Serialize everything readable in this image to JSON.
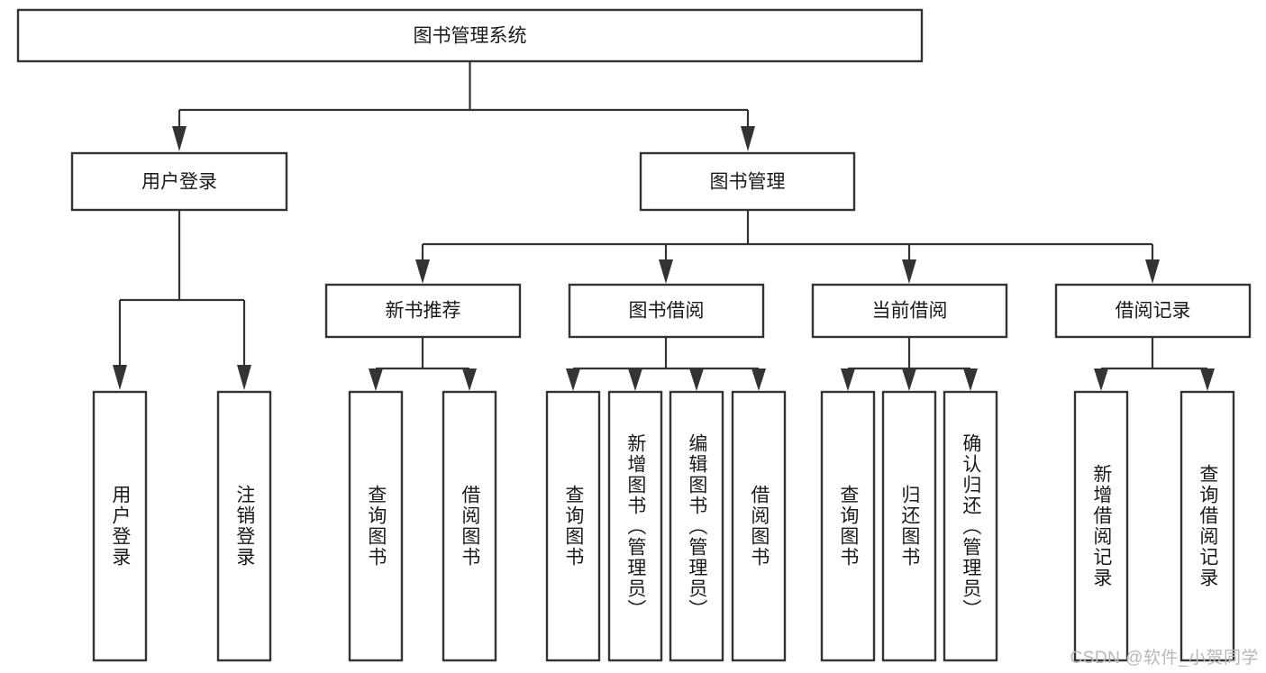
{
  "diagram": {
    "title": "图书管理系统",
    "type": "hierarchy-tree",
    "root": {
      "id": "root",
      "label": "图书管理系统",
      "orientation": "horizontal"
    },
    "level2": [
      {
        "id": "user-login",
        "label": "用户登录",
        "orientation": "horizontal"
      },
      {
        "id": "book-manage",
        "label": "图书管理",
        "orientation": "horizontal"
      }
    ],
    "level3": [
      {
        "id": "new-book-rec",
        "label": "新书推荐",
        "orientation": "horizontal",
        "parent": "book-manage"
      },
      {
        "id": "book-borrow",
        "label": "图书借阅",
        "orientation": "horizontal",
        "parent": "book-manage"
      },
      {
        "id": "current-borrow",
        "label": "当前借阅",
        "orientation": "horizontal",
        "parent": "book-manage"
      },
      {
        "id": "borrow-record",
        "label": "借阅记录",
        "orientation": "horizontal",
        "parent": "book-manage"
      }
    ],
    "leaves": [
      {
        "id": "leaf-user-login",
        "label": "用户登录",
        "orientation": "vertical",
        "parent": "user-login"
      },
      {
        "id": "leaf-user-logout",
        "label": "注销登录",
        "orientation": "vertical",
        "parent": "user-login"
      },
      {
        "id": "leaf-query-book-1",
        "label": "查询图书",
        "orientation": "vertical",
        "parent": "new-book-rec"
      },
      {
        "id": "leaf-borrow-book-1",
        "label": "借阅图书",
        "orientation": "vertical",
        "parent": "new-book-rec"
      },
      {
        "id": "leaf-query-book-2",
        "label": "查询图书",
        "orientation": "vertical",
        "parent": "book-borrow"
      },
      {
        "id": "leaf-add-book",
        "label": "新增图书（管理员）",
        "orientation": "vertical",
        "parent": "book-borrow"
      },
      {
        "id": "leaf-edit-book",
        "label": "编辑图书（管理员）",
        "orientation": "vertical",
        "parent": "book-borrow"
      },
      {
        "id": "leaf-borrow-book-2",
        "label": "借阅图书",
        "orientation": "vertical",
        "parent": "book-borrow"
      },
      {
        "id": "leaf-query-book-3",
        "label": "查询图书",
        "orientation": "vertical",
        "parent": "current-borrow"
      },
      {
        "id": "leaf-return-book",
        "label": "归还图书",
        "orientation": "vertical",
        "parent": "current-borrow"
      },
      {
        "id": "leaf-confirm-return",
        "label": "确认归还（管理员）",
        "orientation": "vertical",
        "parent": "current-borrow"
      },
      {
        "id": "leaf-add-record",
        "label": "新增借阅记录",
        "orientation": "vertical",
        "parent": "borrow-record"
      },
      {
        "id": "leaf-query-record",
        "label": "查询借阅记录",
        "orientation": "vertical",
        "parent": "borrow-record"
      }
    ]
  },
  "watermark": {
    "text": "CSDN @软件_小贺同学"
  },
  "colors": {
    "box_border": "#333333",
    "box_fill": "#ffffff",
    "text": "#1a1a1a",
    "edge": "#333333",
    "watermark": "#b8b8b8",
    "background": "#ffffff"
  }
}
